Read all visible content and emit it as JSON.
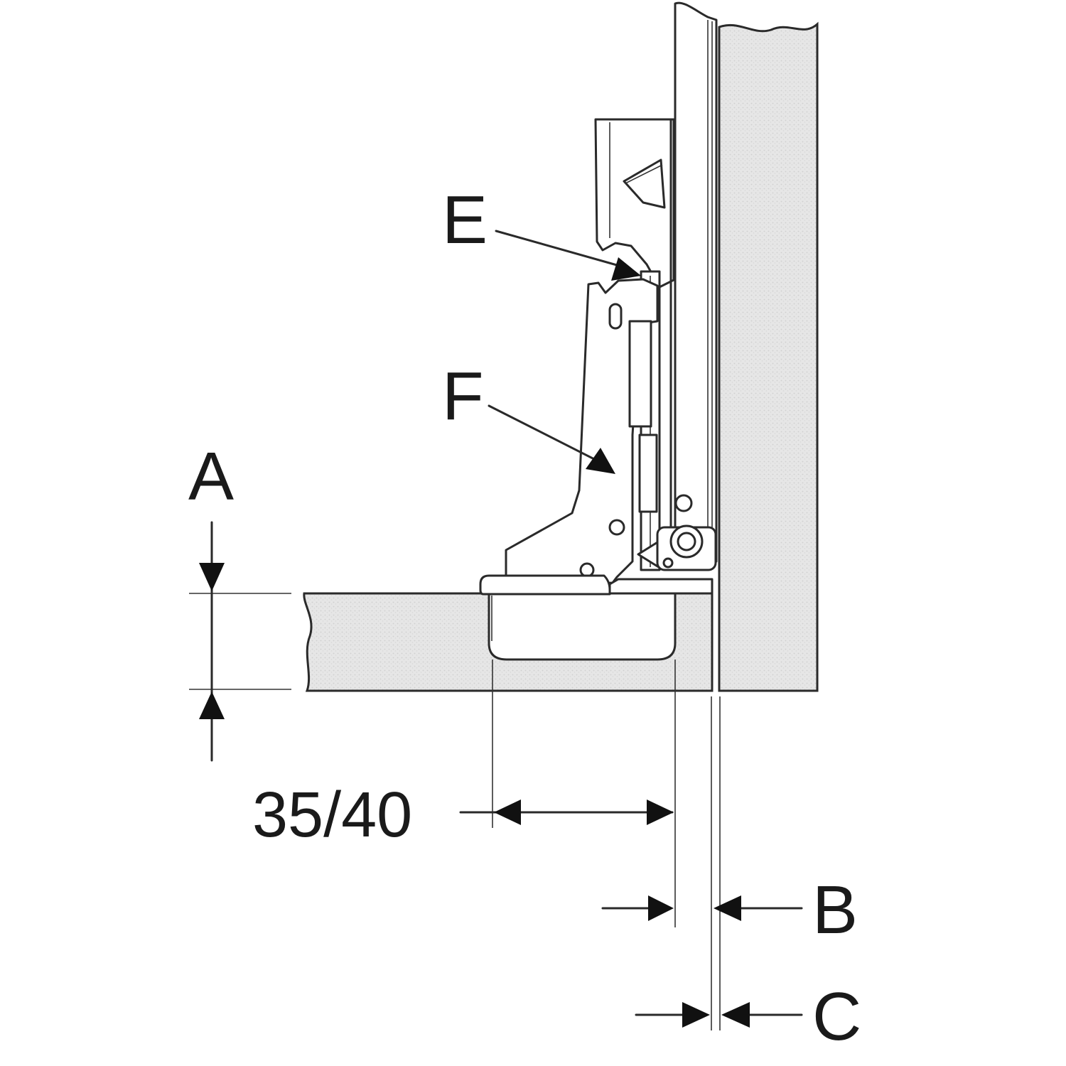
{
  "diagram": {
    "labels": {
      "E": "E",
      "F": "F",
      "A": "A",
      "B": "B",
      "C": "C",
      "cup_diameter": "35/40"
    },
    "colors": {
      "line": "#2a2a2a",
      "panel_fill": "#e6e6e6",
      "panel_speckle": "#cfcfcf",
      "background": "#ffffff"
    }
  }
}
